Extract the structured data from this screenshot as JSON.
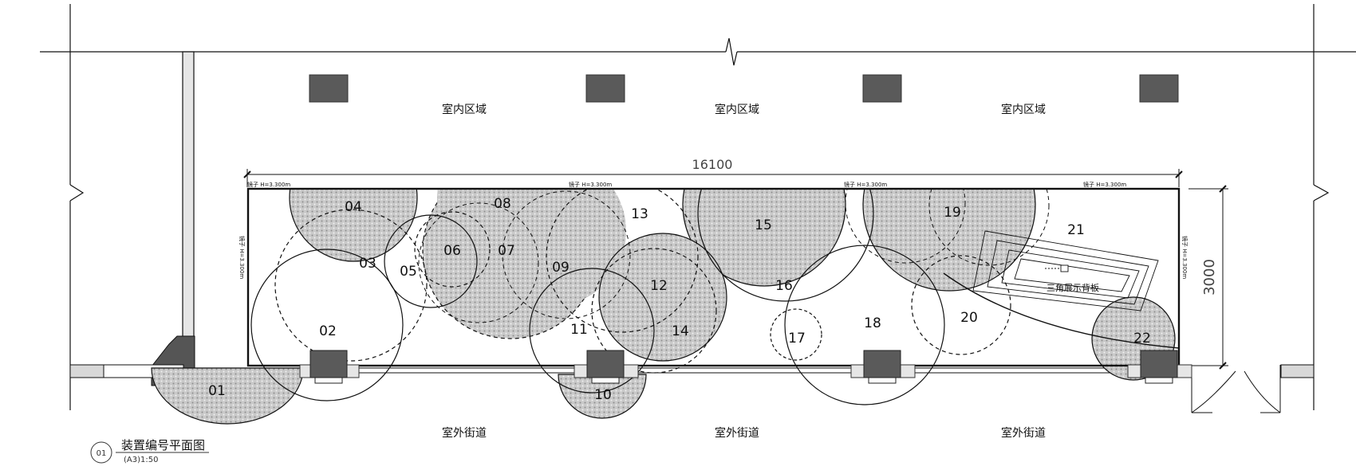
{
  "zones": {
    "indoor": [
      "室内区域",
      "室内区域",
      "室内区域"
    ],
    "outdoor": [
      "室外街道",
      "室外街道",
      "室外街道"
    ]
  },
  "dimensions": {
    "width": "16100",
    "height": "3000"
  },
  "mirror_label": "镜子 H=3.300m",
  "backboard_label": "三角展示背板",
  "devices": [
    "01",
    "02",
    "03",
    "04",
    "05",
    "06",
    "07",
    "08",
    "09",
    "10",
    "11",
    "12",
    "13",
    "14",
    "15",
    "16",
    "17",
    "18",
    "19",
    "20",
    "21",
    "22"
  ],
  "title_block": {
    "index": "01",
    "title": "装置编号平面图",
    "scale": "(A3)1:50"
  },
  "colors": {
    "column": "#5a5a5a",
    "pattern_fill": "#c4c4c4",
    "line": "#111111",
    "wall_fill": "#d8d8d8"
  }
}
